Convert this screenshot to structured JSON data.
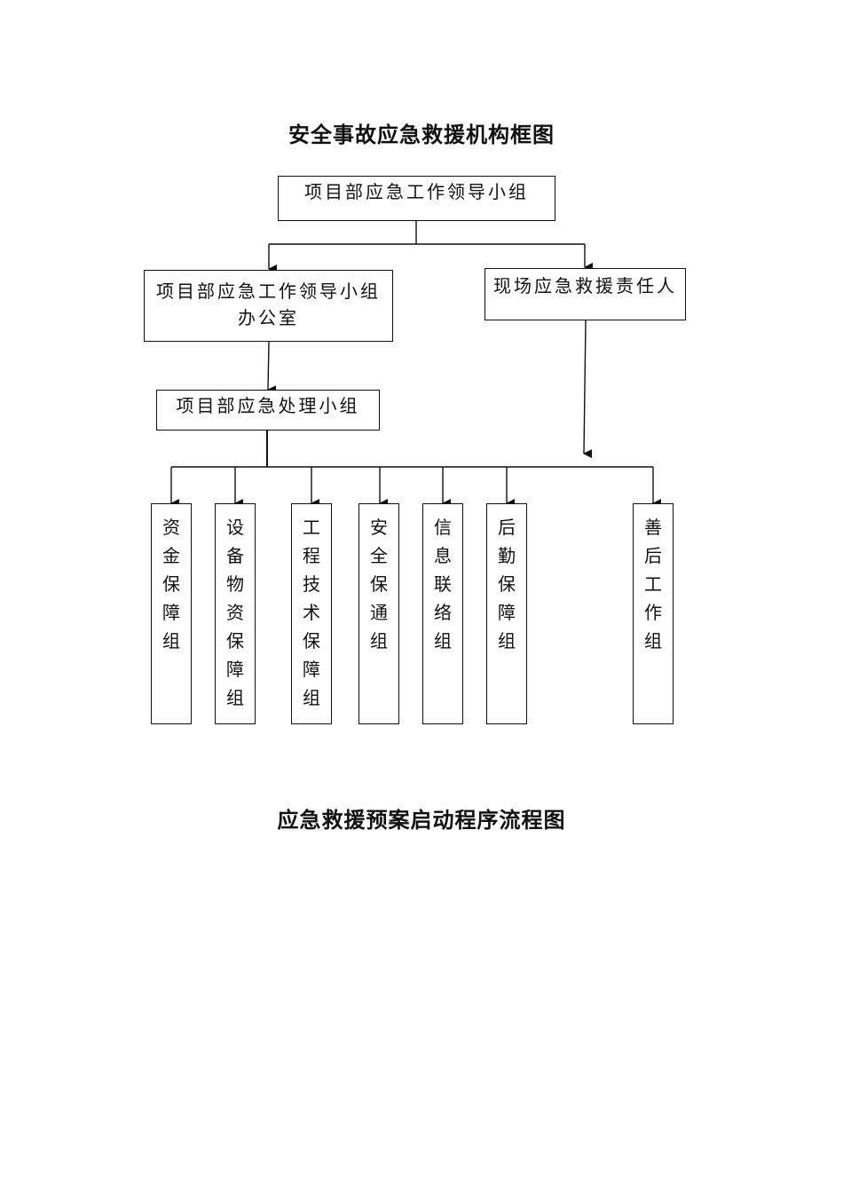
{
  "titles": {
    "org_chart": "安全事故应急救援机构框图",
    "flow_chart": "应急救援预案启动程序流程图"
  },
  "nodes": {
    "leadership": "项目部应急工作领导小组",
    "office_line1": "项目部应急工作领导小组",
    "office_line2": "办公室",
    "onsite": "现场应急救援责任人",
    "handling": "项目部应急处理小组"
  },
  "groups": [
    "资金保障组",
    "设备物资保障组",
    "工程技术保障组",
    "安全保通组",
    "信息联络组",
    "后勤保障组",
    "善后工作组"
  ]
}
